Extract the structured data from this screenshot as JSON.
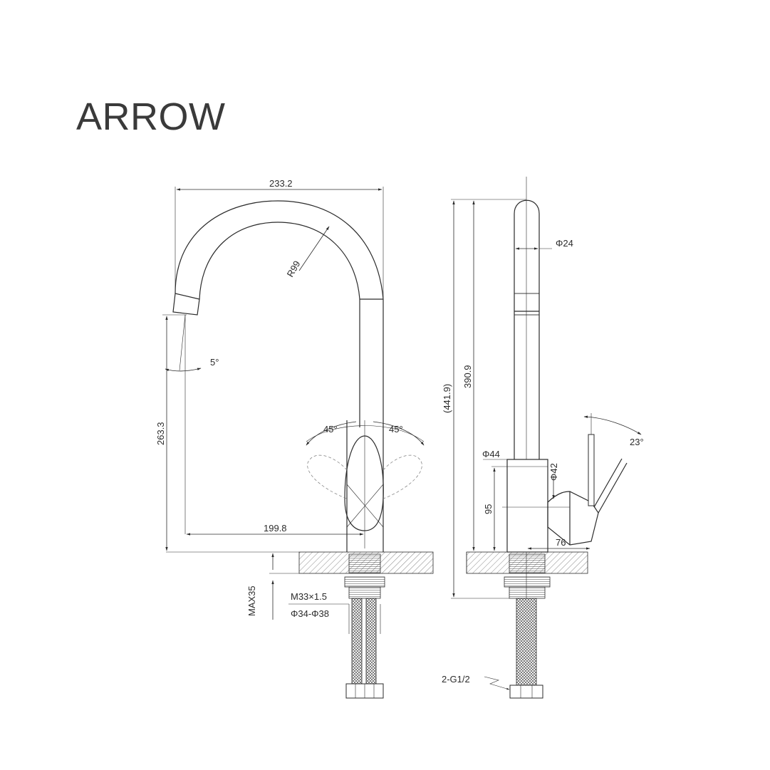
{
  "title": "ARROW",
  "dimensions": {
    "overall_width": "233.2",
    "spout_radius": "R99",
    "spout_angle": "5°",
    "outlet_height": "263.3",
    "spout_reach": "199.8",
    "handle_angle_left": "45°",
    "handle_angle_right": "45°",
    "max_deck": "MAX35",
    "thread": "M33×1.5",
    "hole_range": "Φ34-Φ38",
    "pipe_diameter": "Φ24",
    "total_height": "(441.9)",
    "height_above_deck": "390.9",
    "body_top_diameter": "Φ44",
    "body_diameter": "Φ42",
    "body_height": "95",
    "lever_angle": "23°",
    "lever_reach": "76",
    "hose_connection": "2-G1/2"
  }
}
